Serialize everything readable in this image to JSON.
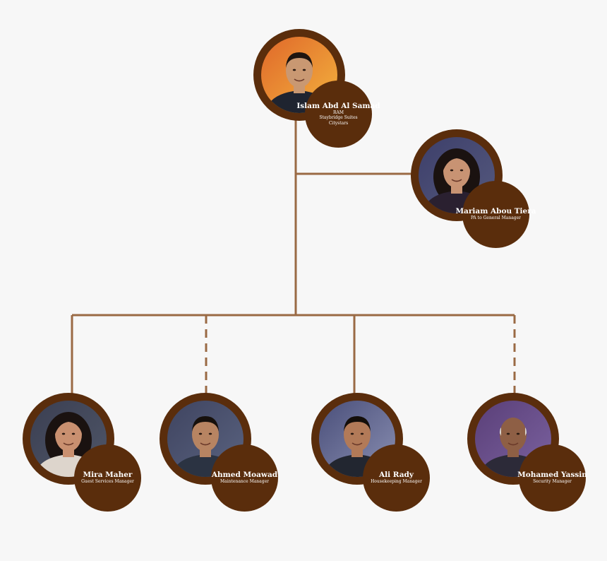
{
  "colors": {
    "background": "#f7f7f7",
    "node": "#5a2d0c",
    "connector": "#9a6a44",
    "label_text": "#ffffff"
  },
  "people": [
    {
      "id": "islam",
      "name": "Islam Abd Al Samad",
      "lines": [
        "RAM",
        "Staybridge Suites",
        "Citystars"
      ],
      "photo": {
        "bg1": "#e0682a",
        "bg2": "#f3b33e",
        "skin": "#c99872",
        "hair": "#1e1510",
        "cloth": "#1f2430",
        "hairstyle": "short"
      }
    },
    {
      "id": "mariam",
      "name": "Mariam Abou Tiera",
      "lines": [
        "PA to General Manager"
      ],
      "photo": {
        "bg1": "#3d3f6a",
        "bg2": "#55597e",
        "skin": "#c89373",
        "hair": "#1a1210",
        "cloth": "#2a2030",
        "hairstyle": "long"
      }
    },
    {
      "id": "mira",
      "name": "Mira Maher",
      "lines": [
        "Guest Services Manager"
      ],
      "photo": {
        "bg1": "#3b3f52",
        "bg2": "#4f5668",
        "skin": "#c99070",
        "hair": "#1a1210",
        "cloth": "#ddd5cc",
        "hairstyle": "long"
      }
    },
    {
      "id": "ahmed",
      "name": "Ahmed Moawad",
      "lines": [
        "Maintenance Manager"
      ],
      "photo": {
        "bg1": "#3f4460",
        "bg2": "#5a6380",
        "skin": "#b78462",
        "hair": "#16100c",
        "cloth": "#2b3342",
        "hairstyle": "short"
      }
    },
    {
      "id": "ali",
      "name": "Ali Rady",
      "lines": [
        "Housekeeping Manager"
      ],
      "photo": {
        "bg1": "#4a4f7a",
        "bg2": "#8a8fb2",
        "skin": "#b27a58",
        "hair": "#140e0a",
        "cloth": "#222630",
        "hairstyle": "short"
      }
    },
    {
      "id": "mohamed",
      "name": "Mohamed Yassin",
      "lines": [
        "Security Manager"
      ],
      "photo": {
        "bg1": "#5a3f78",
        "bg2": "#7b62a0",
        "skin": "#8e5f45",
        "hair": "#d8d4cf",
        "cloth": "#2c2a38",
        "hairstyle": "bald"
      }
    }
  ],
  "connections": [
    {
      "from": "islam",
      "to": "mariam",
      "style": "solid"
    },
    {
      "from": "islam",
      "to": "mira",
      "style": "solid"
    },
    {
      "from": "islam",
      "to": "ahmed",
      "style": "dashed"
    },
    {
      "from": "islam",
      "to": "ali",
      "style": "solid"
    },
    {
      "from": "islam",
      "to": "mohamed",
      "style": "dashed"
    }
  ]
}
